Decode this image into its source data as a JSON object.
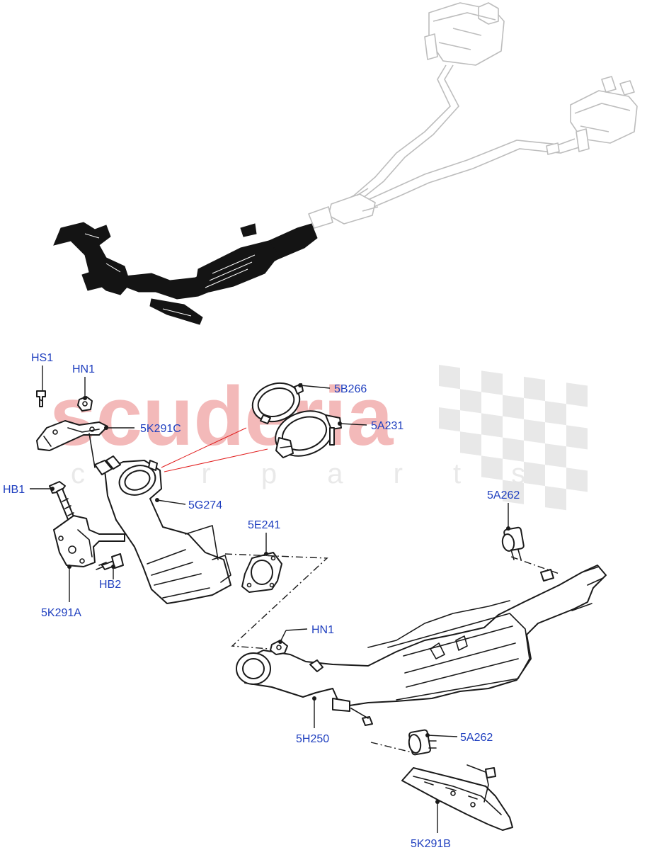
{
  "watermark": {
    "brand": "scuderia",
    "sub": "c a r p a r t s"
  },
  "labels": {
    "hs1": "HS1",
    "hn1_top": "HN1",
    "k291c": "5K291C",
    "b266": "5B266",
    "a231": "5A231",
    "hb1": "HB1",
    "g274": "5G274",
    "e241": "5E241",
    "hb2": "HB2",
    "k291a": "5K291A",
    "a262_top": "5A262",
    "hn1_mid": "HN1",
    "h250": "5H250",
    "a262_bottom": "5A262",
    "k291b": "5K291B"
  },
  "colors": {
    "label": "#1f3fbf",
    "line": "#1a1a1a",
    "ghost": "#bdbdbd",
    "highlight": "#141414",
    "watermark": "#f3b9b9",
    "connector": "#e11d1d"
  }
}
